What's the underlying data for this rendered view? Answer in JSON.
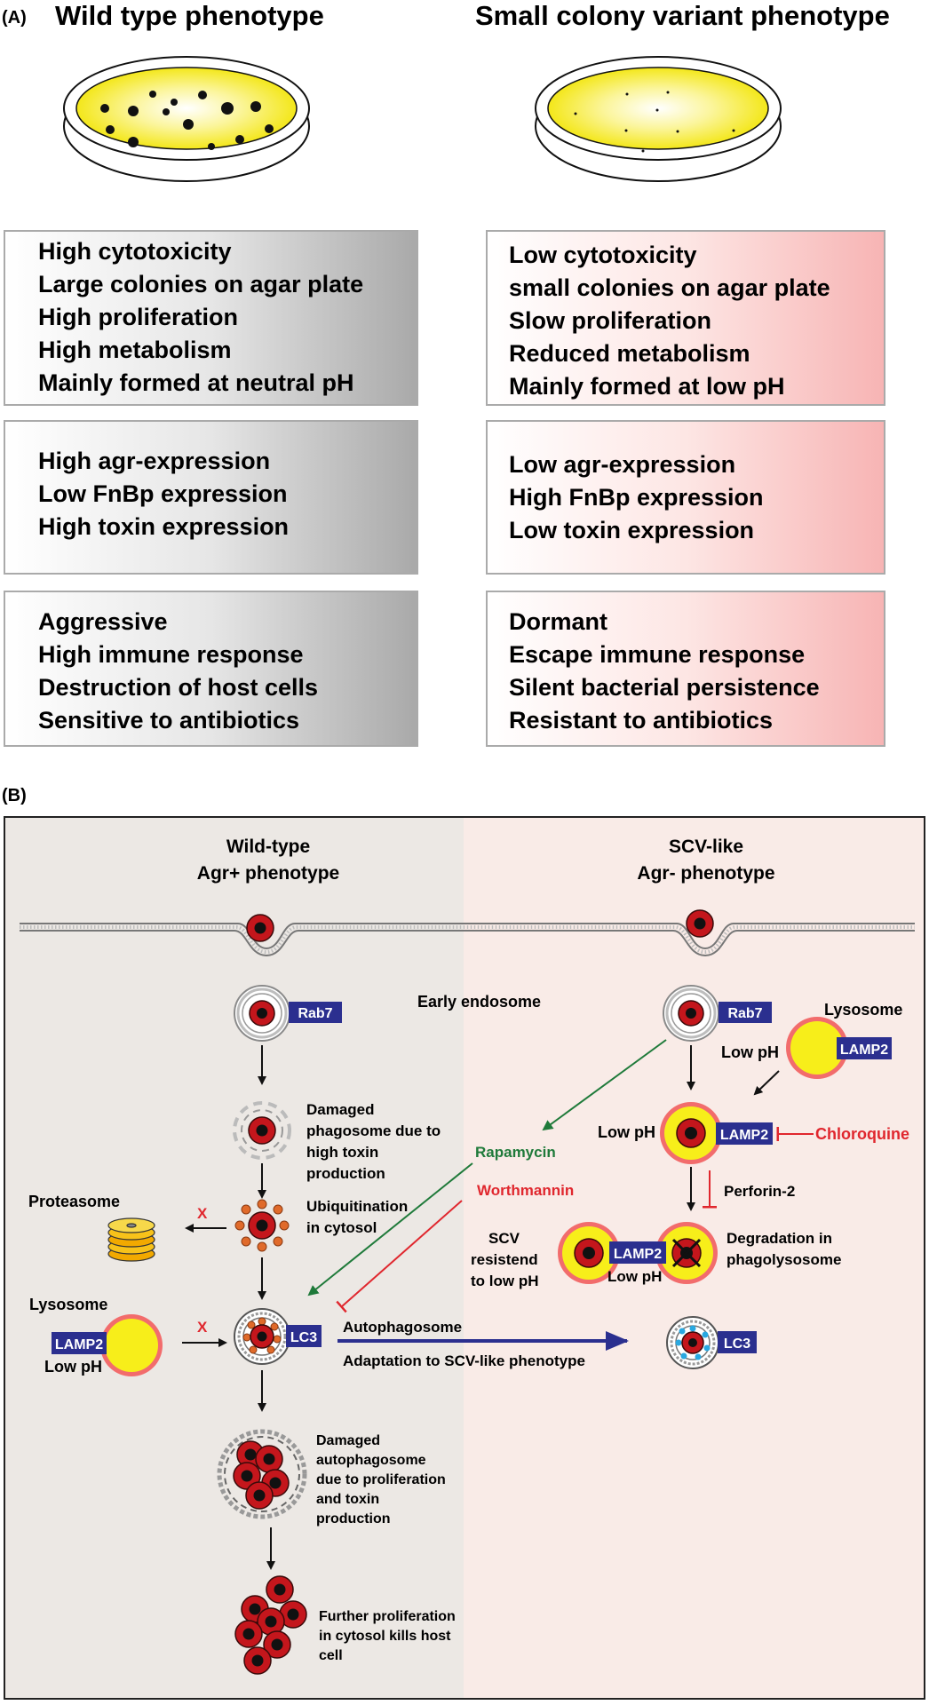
{
  "panel_a": {
    "label": "(A)",
    "wild_title": "Wild type phenotype",
    "scv_title": "Small colony variant phenotype",
    "wild_boxes": [
      [
        "High cytotoxicity",
        "Large colonies on agar plate",
        "High proliferation",
        "High metabolism",
        "Mainly formed at neutral pH"
      ],
      [
        "High agr-expression",
        "Low FnBp expression",
        "High toxin expression"
      ],
      [
        "Aggressive",
        "High immune response",
        "Destruction of host cells",
        "Sensitive to antibiotics"
      ]
    ],
    "scv_boxes": [
      [
        "Low cytotoxicity",
        "small colonies on agar plate",
        "Slow proliferation",
        "Reduced metabolism",
        "Mainly formed at low pH"
      ],
      [
        "Low agr-expression",
        "High FnBp expression",
        "Low toxin expression"
      ],
      [
        "Dormant",
        "Escape immune response",
        "Silent bacterial persistence",
        "Resistant to antibiotics"
      ]
    ]
  },
  "panel_b": {
    "label": "(B)",
    "wild_header": [
      "Wild-type",
      "Agr+ phenotype"
    ],
    "scv_header": [
      "SCV-like",
      "Agr- phenotype"
    ],
    "rab7": "Rab7",
    "early_endosome": "Early endosome",
    "damaged_phagosome": [
      "Damaged",
      "phagosome due to",
      "high toxin",
      "production"
    ],
    "ubiquitination": [
      "Ubiquitination",
      "in cytosol"
    ],
    "proteasome": "Proteasome",
    "x_mark": "X",
    "lysosome": "Lysosome",
    "lamp2": "LAMP2",
    "low_ph": "Low pH",
    "lc3": "LC3",
    "autophagosome": "Autophagosome",
    "adaptation": "Adaptation to SCV-like phenotype",
    "damaged_autophagosome": [
      "Damaged",
      "autophagosome",
      "due to proliferation",
      "and toxin",
      "production"
    ],
    "further_proliferation": [
      "Further proliferation",
      "in cytosol kills host",
      "cell"
    ],
    "rapamycin": "Rapamycin",
    "worthmannin": "Worthmannin",
    "chloroquine": "Chloroquine",
    "perforin": "Perforin-2",
    "scv_resistant": [
      "SCV",
      "resistend",
      "to low pH"
    ],
    "degradation": [
      "Degradation in",
      "phagolysosome"
    ]
  },
  "colors": {
    "yellow": "#f7ee1a",
    "red_cell": "#c4161c",
    "blue_label": "#2b2f8f",
    "green_drug": "#1f7a3a",
    "red_drug": "#e0272e",
    "wild_bg": "#ece8e4",
    "scv_bg": "#f9ebe7"
  }
}
